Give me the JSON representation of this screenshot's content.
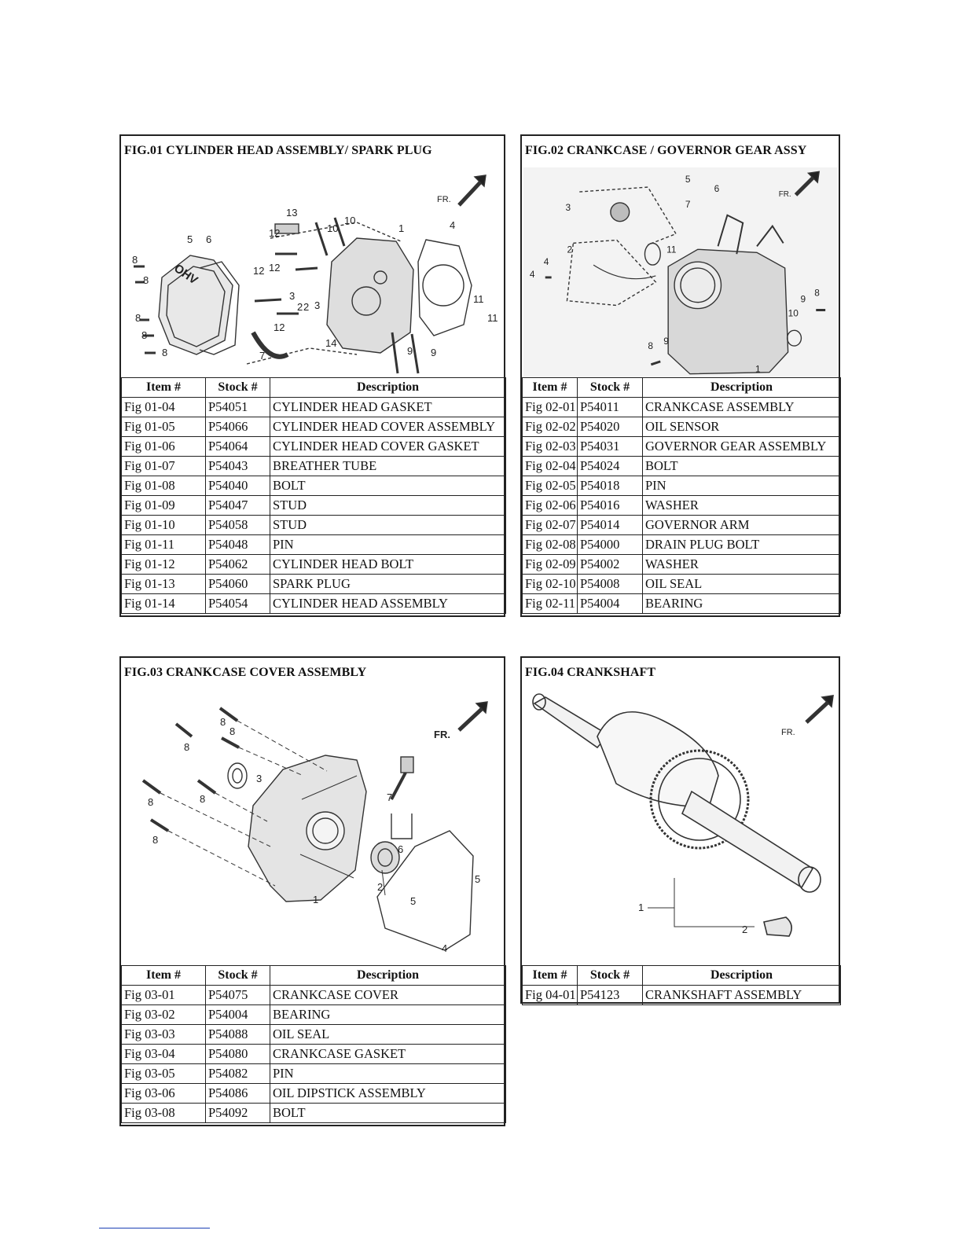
{
  "table_headers": {
    "item": "Item #",
    "stock": "Stock #",
    "description": "Description"
  },
  "front_label": "FR.",
  "engine_label": "OHV",
  "fig01": {
    "title": "FIG.01 CYLINDER HEAD ASSEMBLY/ SPARK PLUG",
    "callouts": [
      "1",
      "2",
      "3",
      "3",
      "2",
      "4",
      "5",
      "6",
      "7",
      "8",
      "8",
      "8",
      "8",
      "8",
      "9",
      "9",
      "10",
      "10",
      "11",
      "11",
      "12",
      "12",
      "12",
      "12",
      "13",
      "14"
    ],
    "rows": [
      {
        "item": "Fig 01-04",
        "stock": "P54051",
        "desc": "CYLINDER HEAD GASKET"
      },
      {
        "item": "Fig 01-05",
        "stock": "P54066",
        "desc": "CYLINDER HEAD COVER ASSEMBLY"
      },
      {
        "item": "Fig 01-06",
        "stock": "P54064",
        "desc": "CYLINDER HEAD COVER GASKET"
      },
      {
        "item": "Fig 01-07",
        "stock": "P54043",
        "desc": "BREATHER TUBE"
      },
      {
        "item": "Fig 01-08",
        "stock": "P54040",
        "desc": "BOLT"
      },
      {
        "item": "Fig 01-09",
        "stock": "P54047",
        "desc": "STUD"
      },
      {
        "item": "Fig 01-10",
        "stock": "P54058",
        "desc": "STUD"
      },
      {
        "item": "Fig 01-11",
        "stock": "P54048",
        "desc": "PIN"
      },
      {
        "item": "Fig 01-12",
        "stock": "P54062",
        "desc": "CYLINDER HEAD BOLT"
      },
      {
        "item": "Fig 01-13",
        "stock": "P54060",
        "desc": "SPARK PLUG"
      },
      {
        "item": "Fig 01-14",
        "stock": "P54054",
        "desc": "CYLINDER HEAD ASSEMBLY"
      }
    ]
  },
  "fig02": {
    "title": "FIG.02 CRANKCASE / GOVERNOR GEAR ASSY",
    "callouts": [
      "5",
      "6",
      "7",
      "3",
      "2",
      "11",
      "4",
      "4",
      "9",
      "8",
      "10",
      "8",
      "9",
      "1"
    ],
    "rows": [
      {
        "item": "Fig 02-01",
        "stock": "P54011",
        "desc": "CRANKCASE ASSEMBLY"
      },
      {
        "item": "Fig 02-02",
        "stock": "P54020",
        "desc": "OIL SENSOR"
      },
      {
        "item": "Fig 02-03",
        "stock": "P54031",
        "desc": "GOVERNOR GEAR ASSEMBLY"
      },
      {
        "item": "Fig 02-04",
        "stock": "P54024",
        "desc": "BOLT"
      },
      {
        "item": "Fig 02-05",
        "stock": "P54018",
        "desc": "PIN"
      },
      {
        "item": "Fig 02-06",
        "stock": "P54016",
        "desc": "WASHER"
      },
      {
        "item": "Fig 02-07",
        "stock": "P54014",
        "desc": "GOVERNOR ARM"
      },
      {
        "item": "Fig 02-08",
        "stock": "P54000",
        "desc": "DRAIN PLUG BOLT"
      },
      {
        "item": "Fig 02-09",
        "stock": "P54002",
        "desc": "WASHER"
      },
      {
        "item": "Fig 02-10",
        "stock": "P54008",
        "desc": "OIL SEAL"
      },
      {
        "item": "Fig 02-11",
        "stock": "P54004",
        "desc": "BEARING"
      }
    ]
  },
  "fig03": {
    "title": "FIG.03 CRANKCASE COVER ASSEMBLY",
    "callouts": [
      "8",
      "8",
      "8",
      "8",
      "8",
      "8",
      "3",
      "7",
      "6",
      "2",
      "5",
      "5",
      "1",
      "4"
    ],
    "rows": [
      {
        "item": "Fig 03-01",
        "stock": "P54075",
        "desc": "CRANKCASE COVER"
      },
      {
        "item": "Fig 03-02",
        "stock": "P54004",
        "desc": "BEARING"
      },
      {
        "item": "Fig 03-03",
        "stock": "P54088",
        "desc": "OIL SEAL"
      },
      {
        "item": "Fig 03-04",
        "stock": "P54080",
        "desc": "CRANKCASE GASKET"
      },
      {
        "item": "Fig 03-05",
        "stock": "P54082",
        "desc": "PIN"
      },
      {
        "item": "Fig 03-06",
        "stock": "P54086",
        "desc": "OIL DIPSTICK ASSEMBLY"
      },
      {
        "item": "Fig 03-08",
        "stock": "P54092",
        "desc": "BOLT"
      }
    ]
  },
  "fig04": {
    "title": "FIG.04 CRANKSHAFT",
    "callouts": [
      "1",
      "2"
    ],
    "rows": [
      {
        "item": "Fig 04-01",
        "stock": "P54123",
        "desc": "CRANKSHAFT ASSEMBLY"
      }
    ]
  }
}
